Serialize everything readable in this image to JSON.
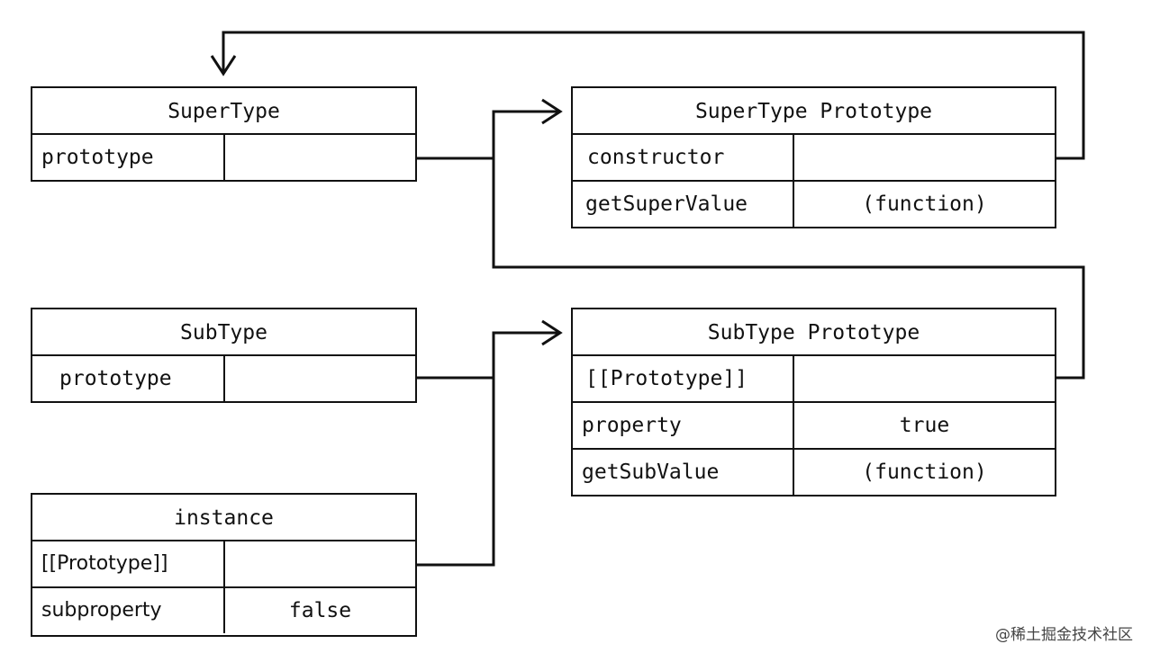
{
  "boxes": {
    "supertype": {
      "title": "SuperType",
      "rows": [
        {
          "key": "prototype",
          "value": ""
        }
      ]
    },
    "supertype_prototype": {
      "title": "SuperType Prototype",
      "rows": [
        {
          "key": "constructor",
          "value": ""
        },
        {
          "key": "getSuperValue",
          "value": "(function)"
        }
      ]
    },
    "subtype": {
      "title": "SubType",
      "rows": [
        {
          "key": "prototype",
          "value": ""
        }
      ]
    },
    "subtype_prototype": {
      "title": "SubType Prototype",
      "rows": [
        {
          "key": "[[Prototype]]",
          "value": ""
        },
        {
          "key": "property",
          "value": "true"
        },
        {
          "key": "getSubValue",
          "value": "(function)"
        }
      ]
    },
    "instance": {
      "title": "instance",
      "rows": [
        {
          "key": "[[Prototype]]",
          "value": ""
        },
        {
          "key": "subproperty",
          "value": "false"
        }
      ]
    }
  },
  "watermark": "@稀土掘金技术社区"
}
